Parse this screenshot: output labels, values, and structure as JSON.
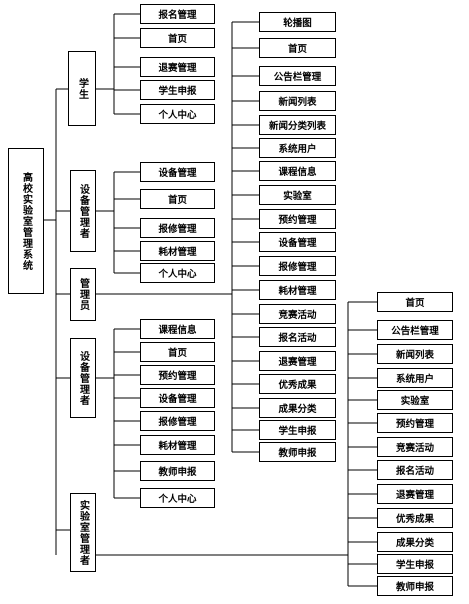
{
  "root": "高校实验室管理系统",
  "roles": {
    "student": "学生",
    "device_admin": "设备管理者",
    "admin": "管理员",
    "device_admin2": "设备管理者",
    "lab_admin": "实验室管理者"
  },
  "student_items": [
    "报名管理",
    "首页",
    "退赛管理",
    "学生申报",
    "个人中心"
  ],
  "device_admin_items": [
    "设备管理",
    "首页",
    "报修管理",
    "耗材管理",
    "个人中心"
  ],
  "admin_items": [
    "轮播图",
    "首页",
    "公告栏管理",
    "新闻列表",
    "新闻分类列表",
    "系统用户",
    "课程信息",
    "实验室",
    "预约管理",
    "设备管理",
    "报修管理",
    "耗材管理",
    "竞赛活动",
    "报名活动",
    "退赛管理",
    "优秀成果",
    "成果分类",
    "学生申报",
    "教师申报"
  ],
  "device_admin2_items": [
    "课程信息",
    "首页",
    "预约管理",
    "设备管理",
    "报修管理",
    "耗材管理",
    "教师申报",
    "个人中心"
  ],
  "lab_admin_items": [
    "首页",
    "公告栏管理",
    "新闻列表",
    "系统用户",
    "实验室",
    "预约管理",
    "竞赛活动",
    "报名活动",
    "退赛管理",
    "优秀成果",
    "成果分类",
    "学生申报",
    "教师申报"
  ]
}
